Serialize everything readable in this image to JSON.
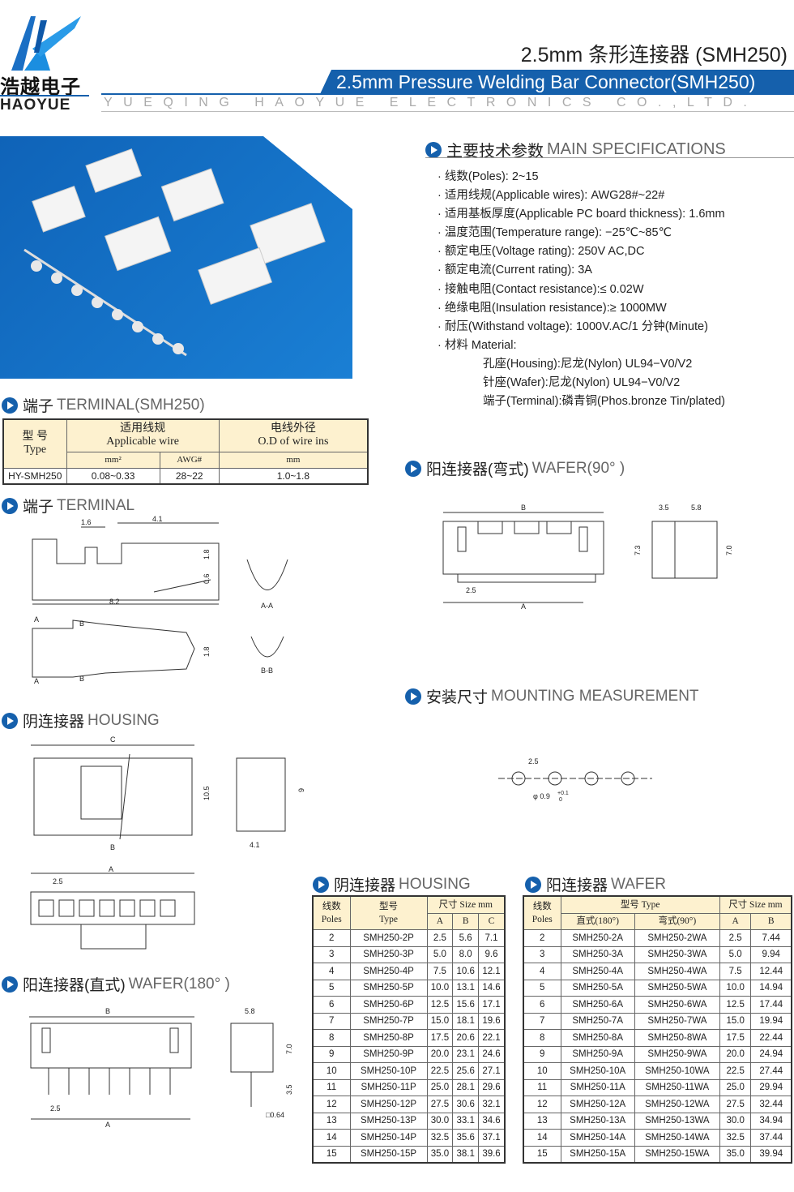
{
  "header": {
    "logo_cn": "浩越电子",
    "logo_en": "HAOYUE",
    "title_cn": "2.5mm 条形连接器 (SMH250)",
    "title_en": "2.5mm Pressure Welding Bar Connector(SMH250)",
    "company": "YUEQING HAOYUE ELECTRONICS CO.,LTD."
  },
  "colors": {
    "brand": "#1560ac",
    "table_header": "#fdf1cf"
  },
  "specs": {
    "title_cn": "主要技术参数",
    "title_en": "MAIN SPECIFICATIONS",
    "items": [
      "线数(Poles): 2~15",
      "适用线规(Applicable wires): AWG28#~22#",
      "适用基板厚度(Applicable PC board thickness): 1.6mm",
      "温度范围(Temperature range): −25℃~85℃",
      "额定电压(Voltage rating): 250V AC,DC",
      "额定电流(Current rating): 3A",
      "接触电阻(Contact resistance):≤ 0.02W",
      "绝缘电阻(Insulation resistance):≥ 1000MW",
      "耐压(Withstand voltage): 1000V.AC/1 分钟(Minute)",
      "材料 Material:"
    ],
    "materials": [
      "孔座(Housing):尼龙(Nylon) UL94−V0/V2",
      "针座(Wafer):尼龙(Nylon) UL94−V0/V2",
      "端子(Terminal):磷青铜(Phos.bronze Tin/plated)"
    ]
  },
  "sections": {
    "terminal_table": {
      "cn": "端子",
      "en": "TERMINAL(SMH250)"
    },
    "terminal": {
      "cn": "端子",
      "en": "TERMINAL"
    },
    "wafer90": {
      "cn": "阳连接器(弯式)",
      "en": "WAFER(90°  )"
    },
    "mounting": {
      "cn": "安装尺寸",
      "en": "MOUNTING MEASUREMENT"
    },
    "housing": {
      "cn": "阴连接器",
      "en": "HOUSING"
    },
    "wafer180": {
      "cn": "阳连接器(直式)",
      "en": "WAFER(180°  )"
    },
    "housing_table": {
      "cn": "阴连接器",
      "en": "HOUSING"
    },
    "wafer_table": {
      "cn": "阳连接器",
      "en": "WAFER"
    }
  },
  "terminal_table": {
    "type_cn": "型 号",
    "type_en": "Type",
    "wire_cn": "适用线规",
    "wire_en": "Applicable wire",
    "od_cn": "电线外径",
    "od_en": "O.D of wire ins",
    "unit_mm2": "mm²",
    "unit_awg": "AWG#",
    "unit_mm": "mm",
    "row": [
      "HY-SMH250",
      "0.08~0.33",
      "28~22",
      "1.0~1.8"
    ]
  },
  "drawings": {
    "terminal": {
      "d1": "1.6",
      "d2": "4.1",
      "d3": "1.8",
      "d4": "0.6",
      "d5": "8.2",
      "aa": "A-A",
      "a": "A",
      "b": "B",
      "d6": "1.8",
      "bb": "B-B"
    },
    "wafer90": {
      "b": "B",
      "d1": "3.5",
      "d2": "5.8",
      "d3": "7.3",
      "d4": "7.0",
      "d5": "2.5",
      "a": "A"
    },
    "mounting": {
      "pitch": "2.5",
      "hole": "φ 0.9",
      "tol_up": "+0.1",
      "tol_dn": "0"
    },
    "housing": {
      "c": "C",
      "d1": "10.5",
      "b": "B",
      "d2": "9",
      "d3": "4.1",
      "a": "A",
      "d4": "2.5"
    },
    "wafer180": {
      "b": "B",
      "d1": "5.8",
      "d2": "7.0",
      "d3": "3.5",
      "d4": "2.5",
      "a": "A",
      "pin": "□0.64"
    }
  },
  "housing_table": {
    "h_poles_cn": "线数",
    "h_poles_en": "Poles",
    "h_type_cn": "型号",
    "h_type_en": "Type",
    "h_size": "尺寸 Size mm",
    "cols": [
      "A",
      "B",
      "C"
    ],
    "rows": [
      [
        "2",
        "SMH250-2P",
        "2.5",
        "5.6",
        "7.1"
      ],
      [
        "3",
        "SMH250-3P",
        "5.0",
        "8.0",
        "9.6"
      ],
      [
        "4",
        "SMH250-4P",
        "7.5",
        "10.6",
        "12.1"
      ],
      [
        "5",
        "SMH250-5P",
        "10.0",
        "13.1",
        "14.6"
      ],
      [
        "6",
        "SMH250-6P",
        "12.5",
        "15.6",
        "17.1"
      ],
      [
        "7",
        "SMH250-7P",
        "15.0",
        "18.1",
        "19.6"
      ],
      [
        "8",
        "SMH250-8P",
        "17.5",
        "20.6",
        "22.1"
      ],
      [
        "9",
        "SMH250-9P",
        "20.0",
        "23.1",
        "24.6"
      ],
      [
        "10",
        "SMH250-10P",
        "22.5",
        "25.6",
        "27.1"
      ],
      [
        "11",
        "SMH250-11P",
        "25.0",
        "28.1",
        "29.6"
      ],
      [
        "12",
        "SMH250-12P",
        "27.5",
        "30.6",
        "32.1"
      ],
      [
        "13",
        "SMH250-13P",
        "30.0",
        "33.1",
        "34.6"
      ],
      [
        "14",
        "SMH250-14P",
        "32.5",
        "35.6",
        "37.1"
      ],
      [
        "15",
        "SMH250-15P",
        "35.0",
        "38.1",
        "39.6"
      ]
    ]
  },
  "wafer_table": {
    "h_poles_cn": "线数",
    "h_poles_en": "Poles",
    "h_type": "型号 Type",
    "h_straight": "直式(180°)",
    "h_angle": "弯式(90°)",
    "h_size": "尺寸 Size mm",
    "cols": [
      "A",
      "B"
    ],
    "rows": [
      [
        "2",
        "SMH250-2A",
        "SMH250-2WA",
        "2.5",
        "7.44"
      ],
      [
        "3",
        "SMH250-3A",
        "SMH250-3WA",
        "5.0",
        "9.94"
      ],
      [
        "4",
        "SMH250-4A",
        "SMH250-4WA",
        "7.5",
        "12.44"
      ],
      [
        "5",
        "SMH250-5A",
        "SMH250-5WA",
        "10.0",
        "14.94"
      ],
      [
        "6",
        "SMH250-6A",
        "SMH250-6WA",
        "12.5",
        "17.44"
      ],
      [
        "7",
        "SMH250-7A",
        "SMH250-7WA",
        "15.0",
        "19.94"
      ],
      [
        "8",
        "SMH250-8A",
        "SMH250-8WA",
        "17.5",
        "22.44"
      ],
      [
        "9",
        "SMH250-9A",
        "SMH250-9WA",
        "20.0",
        "24.94"
      ],
      [
        "10",
        "SMH250-10A",
        "SMH250-10WA",
        "22.5",
        "27.44"
      ],
      [
        "11",
        "SMH250-11A",
        "SMH250-11WA",
        "25.0",
        "29.94"
      ],
      [
        "12",
        "SMH250-12A",
        "SMH250-12WA",
        "27.5",
        "32.44"
      ],
      [
        "13",
        "SMH250-13A",
        "SMH250-13WA",
        "30.0",
        "34.94"
      ],
      [
        "14",
        "SMH250-14A",
        "SMH250-14WA",
        "32.5",
        "37.44"
      ],
      [
        "15",
        "SMH250-15A",
        "SMH250-15WA",
        "35.0",
        "39.94"
      ]
    ]
  }
}
